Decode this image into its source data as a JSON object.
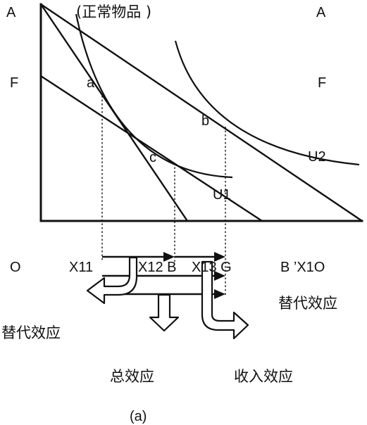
{
  "title": "(正常物品 )",
  "caption": "(a)",
  "axis": {
    "top_left": "A",
    "top_right": "A",
    "mid_left": "F",
    "mid_right": "F",
    "origin": "O",
    "x_labels": [
      "X11",
      "X12 B",
      "X13 G",
      "B ’X1O"
    ]
  },
  "points": {
    "a": "a",
    "b": "b",
    "c": "c"
  },
  "curves": {
    "u1": "U1",
    "u2": "U2"
  },
  "effects": {
    "substitution_left": "替代效应",
    "substitution_right": "替代效应",
    "total": "总效应",
    "income": "收入效应"
  }
}
